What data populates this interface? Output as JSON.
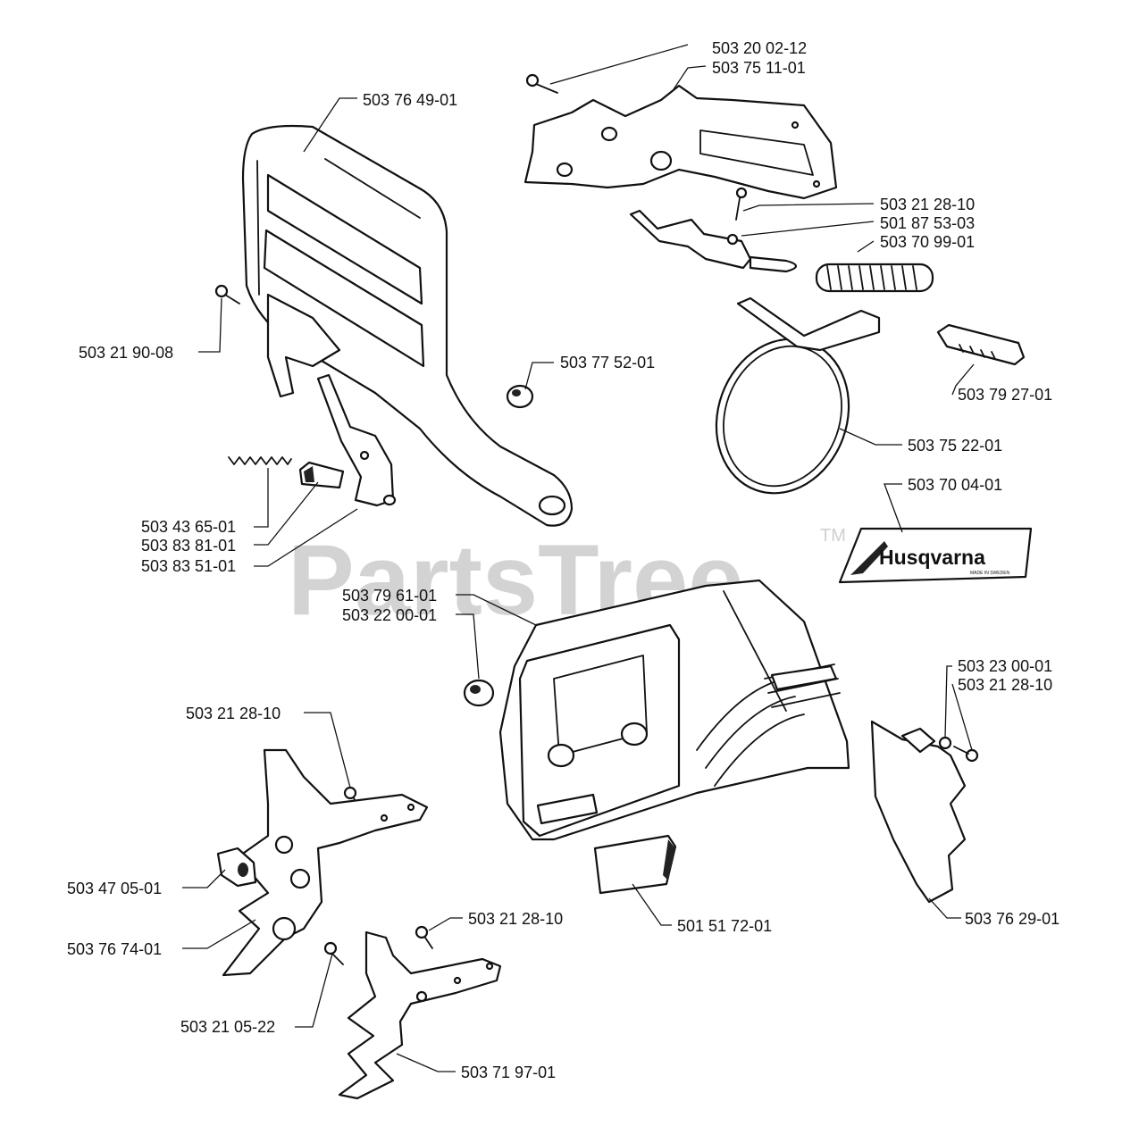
{
  "watermark": {
    "text": "PartsTree",
    "trademark": "TM"
  },
  "decal": {
    "brand": "Husqvarna",
    "fine_print": "MADE IN SWEDEN"
  },
  "part_labels": [
    "503 20 02-12",
    "503 75 11-01",
    "503 76 49-01",
    "503 21 28-10",
    "501 87 53-03",
    "503 70 99-01",
    "503 21 90-08",
    "503 77 52-01",
    "503 79 27-01",
    "503 75 22-01",
    "503 70 04-01",
    "503 43 65-01",
    "503 83 81-01",
    "503 83 51-01",
    "503 79 61-01",
    "503 22 00-01",
    "503 23 00-01",
    "503 21 28-10",
    "503 21 28-10",
    "503 47 05-01",
    "501 51 72-01",
    "503 76 29-01",
    "503 21 28-10",
    "503 76 74-01",
    "503 21 05-22",
    "503 71 97-01"
  ]
}
